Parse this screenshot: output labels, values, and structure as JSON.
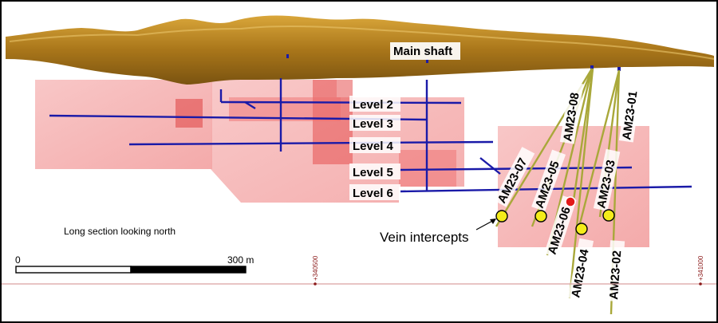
{
  "labels": {
    "main_shaft": "Main shaft",
    "long_section": "Long section looking north",
    "vein_intercepts": "Vein intercepts",
    "scale_start": "0",
    "scale_end": "300 m"
  },
  "levels": [
    "Level 2",
    "Level 3",
    "Level 4",
    "Level 5",
    "Level 6"
  ],
  "drill_holes": [
    "AM23-07",
    "AM23-05",
    "AM23-06",
    "AM23-08",
    "AM23-04",
    "AM23-03",
    "AM23-02",
    "AM23-01"
  ],
  "coordinates": [
    "+340500",
    "+341000"
  ],
  "colors": {
    "terrain": "#b8861b",
    "workings": "#1a1aa8",
    "stope_pink": "#f3a0a0",
    "drill_trace": "#a9a83a",
    "intercept_yellow": "#f4ec1a",
    "intercept_red": "#e31a1a",
    "grid_line": "#d9a0a0"
  }
}
